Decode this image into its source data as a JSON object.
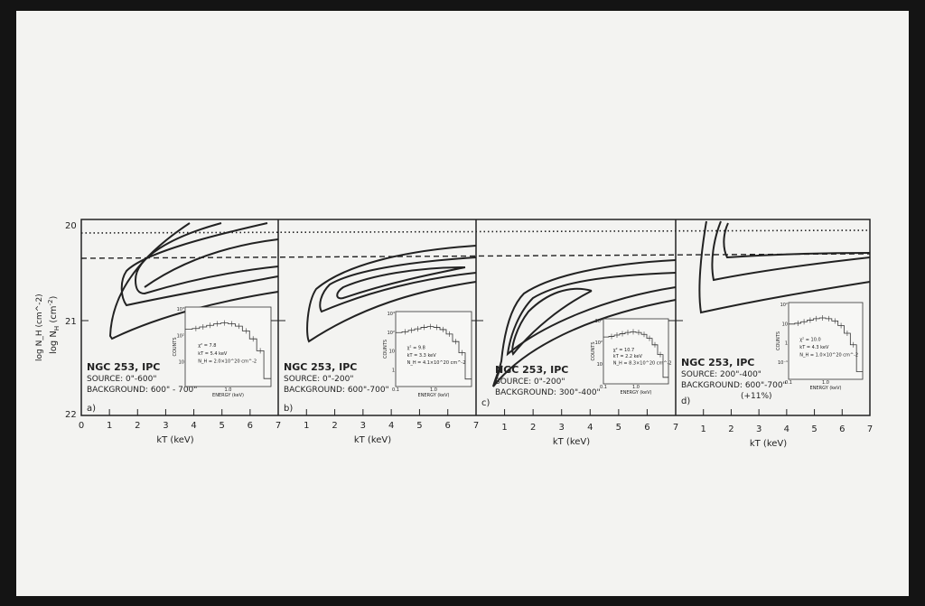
{
  "chart_data": {
    "type": "line",
    "title": "",
    "ylabel": "log N_H (cm^-2)",
    "ylabel_parts": {
      "base": "log N",
      "sub": "H",
      "unit": "(cm",
      "exp": "-2",
      "close": ")"
    },
    "yticks": [
      "20",
      "21",
      "22"
    ],
    "ylim": [
      20,
      22
    ],
    "y_inverted": true,
    "reference_lines": [
      {
        "style": "dotted",
        "log_nh": 20.1
      },
      {
        "style": "dashed",
        "log_nh": 20.35
      }
    ],
    "panels": [
      {
        "id": "a)",
        "xlabel": "kT (keV)",
        "xticks": [
          "0",
          "1",
          "2",
          "3",
          "4",
          "5",
          "6",
          "7"
        ],
        "xlim": [
          0,
          7
        ],
        "title": "NGC 253, IPC",
        "source": "SOURCE: 0\"-600\"",
        "background": "BACKGROUND: 600\" - 700\"",
        "note": "",
        "inset": {
          "chi2": "χ² = 7.8",
          "kT": "kT = 5.4 keV",
          "nh": "N_H = 2.0×10^20 cm^-2",
          "xlabel": "ENERGY (keV)",
          "ylabel": "COUNTS",
          "yticks": [
            "10³",
            "10²",
            "10"
          ],
          "xticks": [
            "1.0"
          ]
        }
      },
      {
        "id": "b)",
        "xlabel": "kT (keV)",
        "xticks": [
          "1",
          "2",
          "3",
          "4",
          "5",
          "6",
          "7"
        ],
        "xlim": [
          0,
          7
        ],
        "title": "NGC 253, IPC",
        "source": "SOURCE: 0\"-200\"",
        "background": "BACKGROUND: 600\"-700\"",
        "note": "",
        "inset": {
          "chi2": "χ² = 9.8",
          "kT": "kT = 3.3 keV",
          "nh": "N_H = 4.1×10^20 cm^-2",
          "xlabel": "ENERGY (keV)",
          "ylabel": "COUNTS",
          "yticks": [
            "10³",
            "10²",
            "10",
            "1"
          ],
          "xticks": [
            "0.1",
            "1.0"
          ]
        }
      },
      {
        "id": "c)",
        "xlabel": "kT (keV)",
        "xticks": [
          "1",
          "2",
          "3",
          "4",
          "5",
          "6",
          "7"
        ],
        "xlim": [
          0,
          7
        ],
        "title": "NGC 253, IPC",
        "source": "SOURCE: 0\"-200\"",
        "background": "BACKGROUND: 300\"-400\"",
        "note": "",
        "inset": {
          "chi2": "χ² = 10.7",
          "kT": "kT = 2.2 keV",
          "nh": "N_H = 8.3×10^20 cm^-2",
          "xlabel": "ENERGY (keV)",
          "ylabel": "COUNTS",
          "yticks": [
            "10³",
            "10²",
            "10"
          ],
          "xticks": [
            "0.1",
            "1.0"
          ]
        }
      },
      {
        "id": "d)",
        "xlabel": "kT (keV)",
        "xticks": [
          "1",
          "2",
          "3",
          "4",
          "5",
          "6",
          "7"
        ],
        "xlim": [
          0,
          7
        ],
        "title": "NGC 253, IPC",
        "source": "SOURCE: 200\"-400\"",
        "background": "BACKGROUND: 600\"-700\"",
        "note": "(+11%)",
        "inset": {
          "chi2": "χ² = 10.0",
          "kT": "kT = 4.3 keV",
          "nh": "N_H = 1.0×10^20 cm^-2",
          "xlabel": "ENERGY (keV)",
          "ylabel": "COUNTS",
          "yticks": [
            "10²",
            "10",
            "1",
            "10⁻¹"
          ],
          "xticks": [
            "0.1",
            "1.0"
          ]
        }
      }
    ]
  }
}
